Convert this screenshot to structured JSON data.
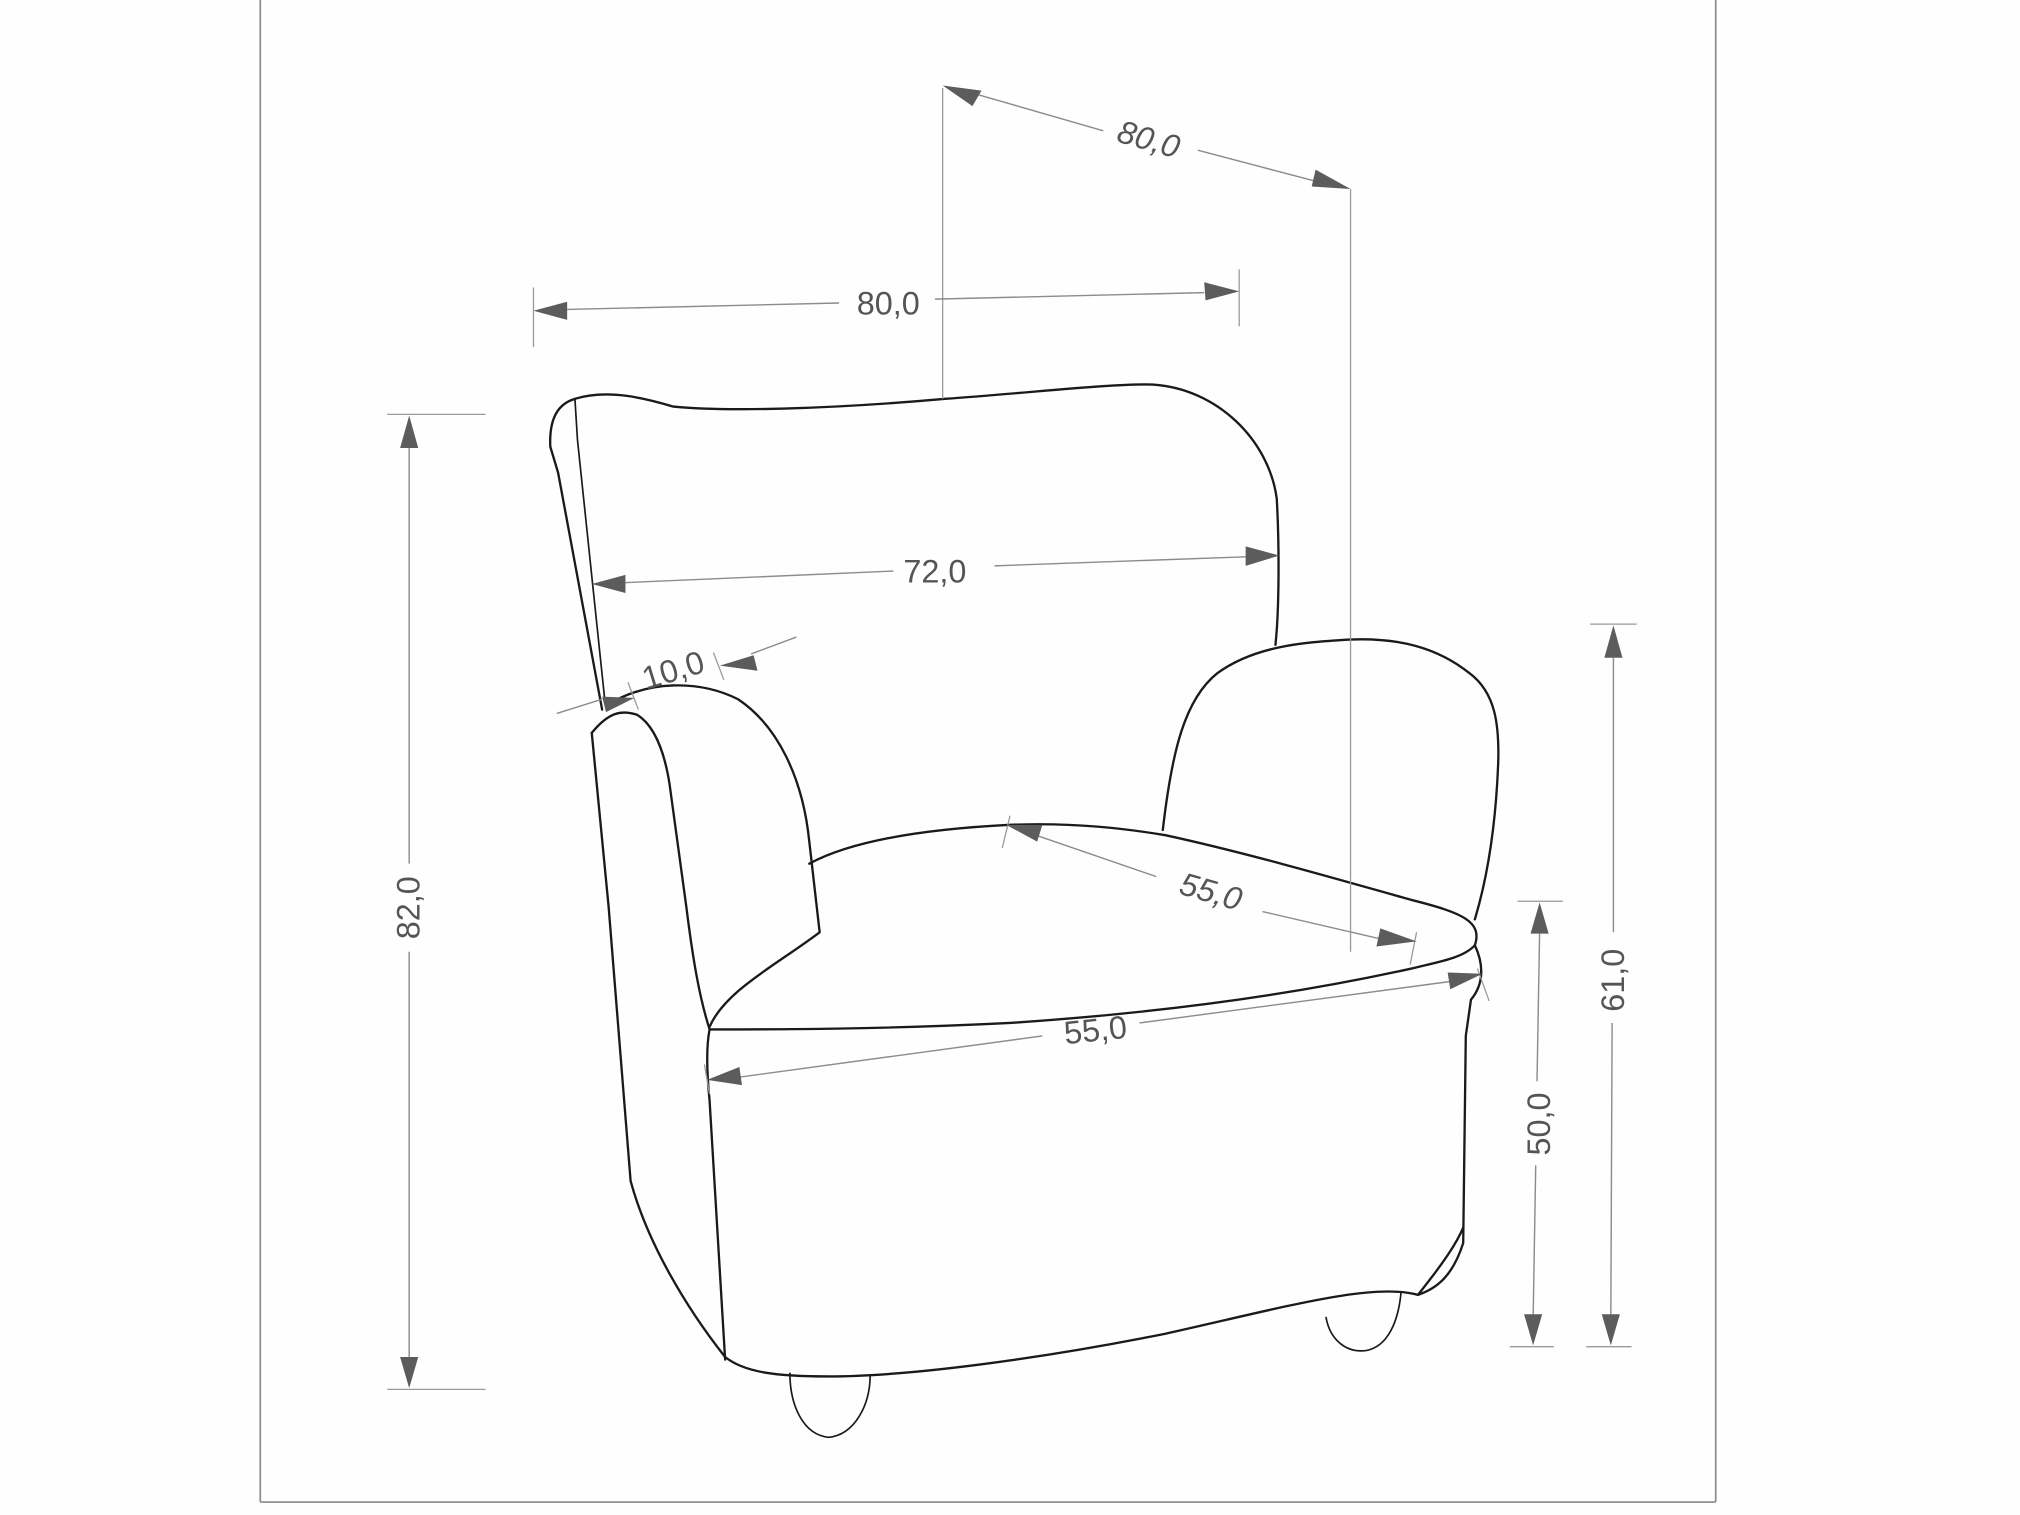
{
  "drawing": {
    "subject": "armchair dimension drawing",
    "units": "cm",
    "colors": {
      "outline": "#1a1a1a",
      "dimension_line": "#8c8c8c",
      "arrowhead": "#5c5c5c",
      "label": "#555555",
      "frame": "#8a8a8a",
      "background": "#fefefe"
    }
  },
  "dimensions": {
    "depth_total": "80,0",
    "width_total": "80,0",
    "backrest_inner_width": "72,0",
    "armrest_width": "10,0",
    "seat_depth": "55,0",
    "seat_width": "55,0",
    "total_height": "82,0",
    "seat_height": "50,0",
    "armrest_height": "61,0"
  }
}
